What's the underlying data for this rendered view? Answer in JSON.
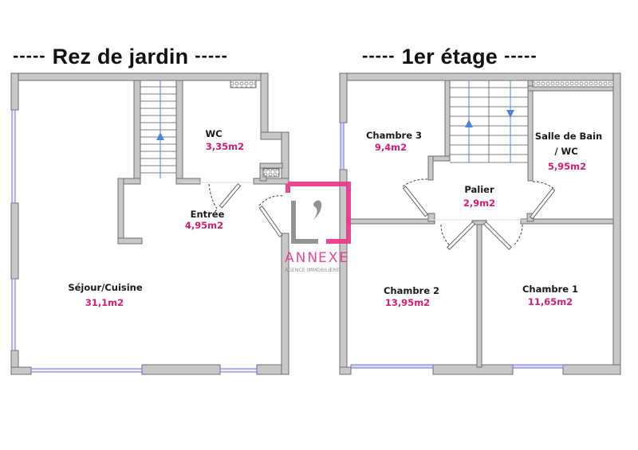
{
  "colors": {
    "wall_fill": "#c8c8c8",
    "wall_stroke": "#6e6e6e",
    "window": "#8d8ff0",
    "stair_arrow": "#4a86d8",
    "area_text": "#d81b72",
    "logo_pink": "#e8388a",
    "logo_gray": "#8a8a8a"
  },
  "plans": [
    {
      "title": "Rez de jardin",
      "title_prefix": "-----",
      "title_suffix": "-----",
      "rooms": [
        {
          "name": "WC",
          "area": "3,35m2"
        },
        {
          "name": "Entrée",
          "area": "4,95m2"
        },
        {
          "name": "Séjour/Cuisine",
          "area": "31,1m2"
        }
      ],
      "stairs": {
        "direction": "up"
      }
    },
    {
      "title": "1er étage",
      "title_prefix": "-----",
      "title_suffix": "-----",
      "rooms": [
        {
          "name": "Chambre 3",
          "area": "9,4m2"
        },
        {
          "name": "Salle de Bain",
          "name_line2": "/ WC",
          "area": "5,95m2"
        },
        {
          "name": "Palier",
          "area": "2,9m2"
        },
        {
          "name": "Chambre 2",
          "area": "13,95m2"
        },
        {
          "name": "Chambre 1",
          "area": "11,65m2"
        }
      ],
      "stairs": {
        "direction": "up-down"
      }
    }
  ],
  "logo": {
    "mark": "L’",
    "brand_part1": "ANN",
    "brand_part2": "EXE",
    "tagline": "AGENCE IMMOBILIÈRE"
  }
}
